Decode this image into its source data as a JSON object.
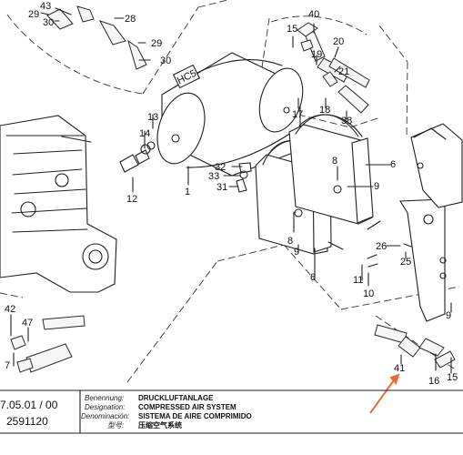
{
  "diagram": {
    "assembly_label": "HC5",
    "callouts": [
      "43",
      "29",
      "30",
      "28",
      "29",
      "30",
      "40",
      "15",
      "20",
      "19",
      "21",
      "17",
      "18",
      "38",
      "13",
      "14",
      "12",
      "1",
      "32",
      "33",
      "31",
      "8",
      "6",
      "9",
      "8",
      "9",
      "6",
      "26",
      "25",
      "11",
      "10",
      "42",
      "47",
      "7",
      "41",
      "16",
      "15",
      "9"
    ]
  },
  "title_block": {
    "left_top": "7.05.01 / 00",
    "left_bottom": "2591120",
    "rows": [
      {
        "label": "Benennung:",
        "value": "DRUCKLUFTANLAGE"
      },
      {
        "label": "Designation:",
        "value": "COMPRESSED AIR SYSTEM"
      },
      {
        "label": "Denominación:",
        "value": "SISTEMA DE AIRE COMPRIMIDO"
      },
      {
        "label": "型号:",
        "value": "压缩空气系统"
      }
    ]
  },
  "colors": {
    "arrow": "#e76f33"
  }
}
